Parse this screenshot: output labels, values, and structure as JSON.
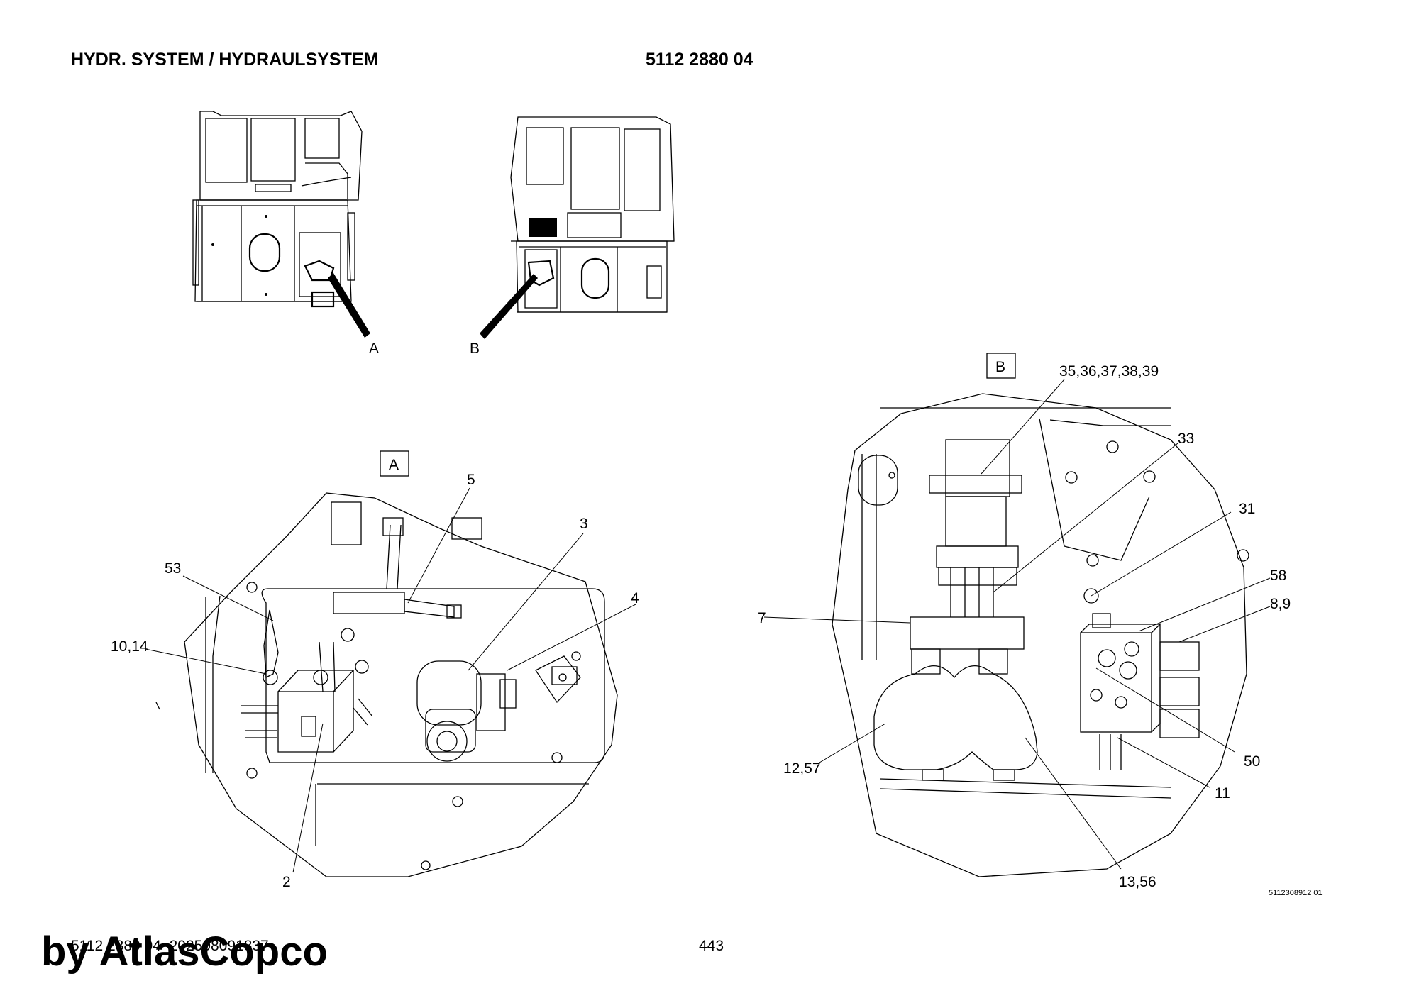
{
  "header": {
    "title": "HYDR. SYSTEM / HYDRAULSYSTEM",
    "part_number": "5112 2880 04"
  },
  "overview": {
    "left_view_callout": "A",
    "right_view_callout": "B"
  },
  "detail_a": {
    "frame_label": "A",
    "callouts": [
      "5",
      "3",
      "53",
      "4",
      "10,14",
      "2"
    ]
  },
  "detail_b": {
    "frame_label": "B",
    "callouts": [
      "35,36,37,38,39",
      "33",
      "31",
      "58",
      "8,9",
      "7",
      "50",
      "12,57",
      "11",
      "13,56"
    ]
  },
  "drawing_id": "5112308912 01",
  "footer": {
    "doc_ref": "5112 2880 04_202508091837",
    "page_number": "443",
    "watermark": "by AtlasCopco"
  }
}
